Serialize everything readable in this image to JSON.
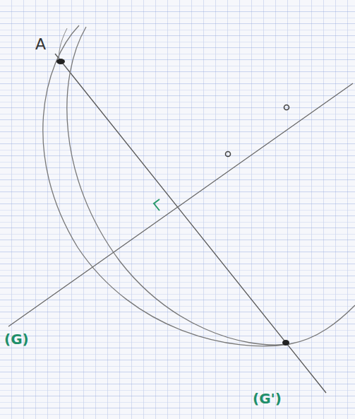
{
  "diagram": {
    "labels": [
      "A",
      "(G)",
      "(G')"
    ]
  }
}
